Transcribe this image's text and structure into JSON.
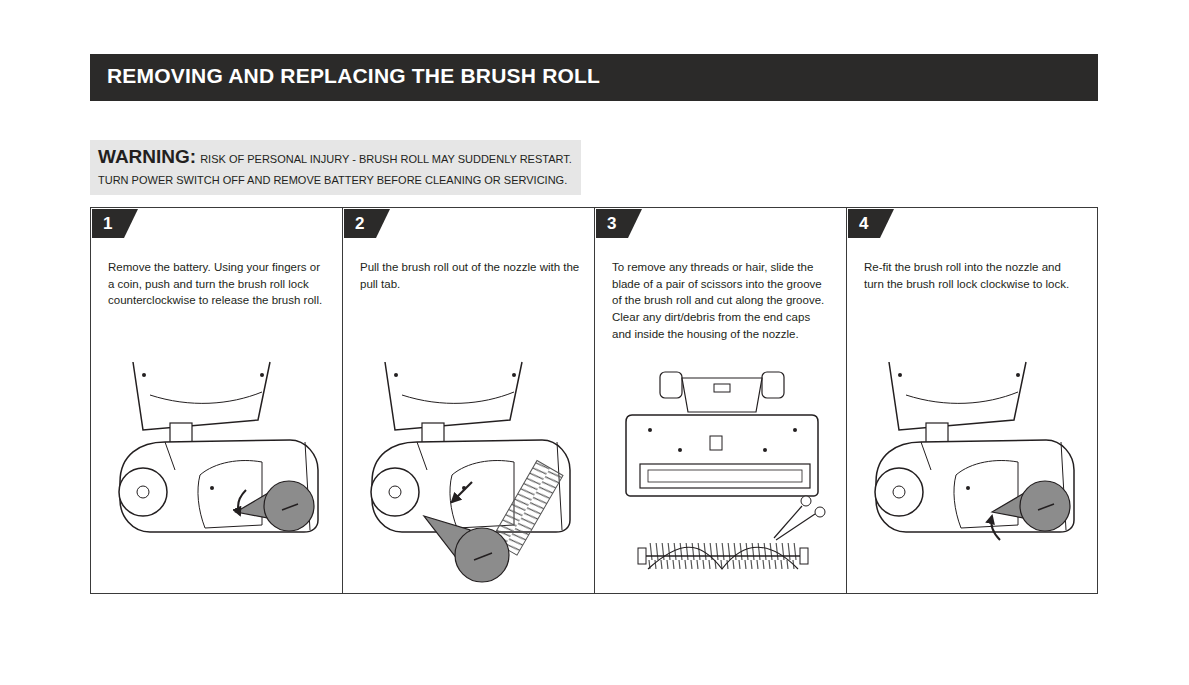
{
  "diagram": {
    "title": "REMOVING AND REPLACING THE BRUSH ROLL",
    "nodes": [
      {
        "text": [
          "WARNING:",
          "RISK OF PERSONAL INJURY - BRUSH ROLL MAY SUDDENLY RESTART. TURN POWER SWITCH OFF AND REMOVE BATTERY BEFORE CLEANING OR SERVICING."
        ]
      },
      {
        "text": [
          "Remove the battery. Using your fingers or a coin, push and turn the brush roll lock counterclockwise to release the brush roll."
        ]
      },
      {
        "text": [
          "1"
        ],
        "in": 1
      },
      {
        "text": [
          "Pull the brush roll out of the nozzle with the pull tab."
        ]
      },
      {
        "text": [
          "2"
        ],
        "in": 3
      },
      {
        "text": [
          "To remove any threads or hair, slide the blade of a pair of scissors into the groove of the brush roll and cut along the groove. Clear any dirt/debris from the end caps and inside the housing of the nozzle."
        ]
      },
      {
        "text": [
          "3"
        ],
        "in": 5
      },
      {
        "text": [
          "Re-fit the brush roll into the nozzle and turn the brush roll lock clockwise to lock."
        ]
      },
      {
        "text": [
          "4"
        ],
        "in": 7
      }
    ]
  }
}
